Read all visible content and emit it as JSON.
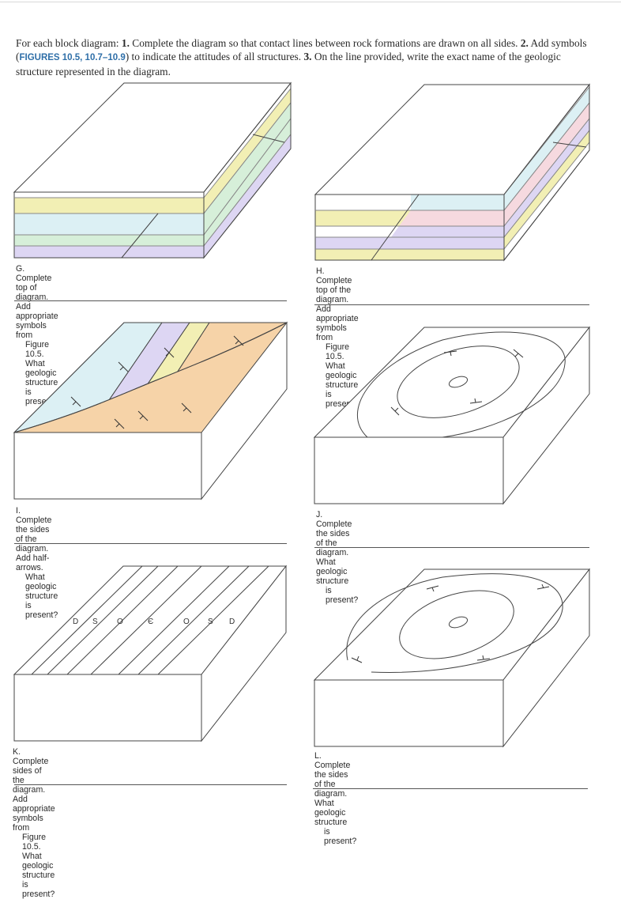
{
  "instructions": {
    "lead": "For each block diagram: ",
    "n1": "1.",
    "t1": " Complete the diagram so that contact lines between rock formations are drawn on all sides. ",
    "n2": "2.",
    "t2": " Add symbols (",
    "figs": "FIGURES 10.5, 10.7–10.9",
    "t3": ") to indicate the attitudes of all structures. ",
    "n3": "3.",
    "t4": " On the line provided, write the exact name of the geologic structure represented in the diagram."
  },
  "panels": {
    "G": {
      "line1": "G. Complete top of diagram. Add appropriate symbols from",
      "line2": "Figure 10.5. What geologic structure is present?"
    },
    "H": {
      "line1": "H. Complete top of the diagram. Add appropriate symbols from",
      "line2": "Figure 10.5. What geologic structure is present?"
    },
    "I": {
      "line1": "I. Complete the sides of the diagram. Add half-arrows.",
      "line2": "What geologic structure is present?"
    },
    "J": {
      "line1": "J. Complete the sides of the diagram. What geologic structure",
      "line2": "is present?"
    },
    "K": {
      "line1": "K. Complete sides of the diagram. Add appropriate symbols from",
      "line2": "Figure 10.5. What geologic structure is present?",
      "units": [
        "D",
        "S",
        "O",
        "Є",
        "O",
        "S",
        "D"
      ]
    },
    "L": {
      "line1": "L. Complete the sides of the diagram. What geologic structure",
      "line2": "is present?"
    }
  },
  "colors": {
    "yellow": "#f2efb4",
    "green": "#d6efd9",
    "cyan": "#dcf0f4",
    "lavender": "#ddd6f3",
    "pink": "#f6d9df",
    "orange": "#f6d3a8"
  }
}
